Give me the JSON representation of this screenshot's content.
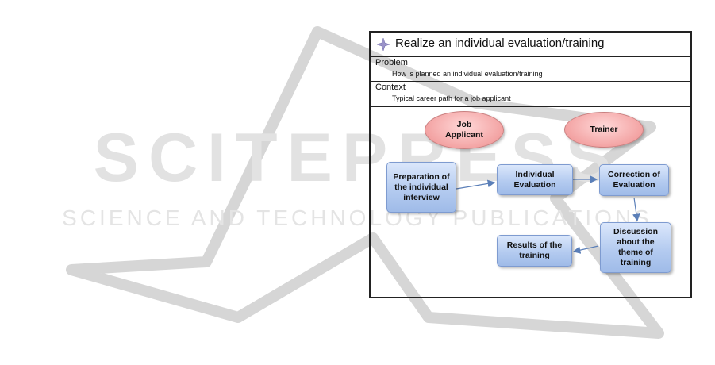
{
  "watermark": {
    "brand": "SCITEPRESS",
    "tagline": "SCIENCE AND TECHNOLOGY PUBLICATIONS"
  },
  "panel": {
    "title": "Realize an individual evaluation/training",
    "problem_label": "Problem",
    "problem_text": "How is planned an individual evaluation/training",
    "context_label": "Context",
    "context_text": "Typical career  path  for a job applicant"
  },
  "diagram": {
    "roles": {
      "job_applicant": "Job Applicant",
      "trainer": "Trainer"
    },
    "steps": {
      "preparation": "Preparation of the individual interview",
      "individual_evaluation": "Individual Evaluation",
      "correction": "Correction of Evaluation",
      "discussion": "Discussion about the theme of training",
      "results": "Results of the training"
    },
    "colors": {
      "role_fill": "#f3a3a3",
      "step_fill": "#b4cbf0",
      "arrow": "#5b7fb8"
    }
  }
}
